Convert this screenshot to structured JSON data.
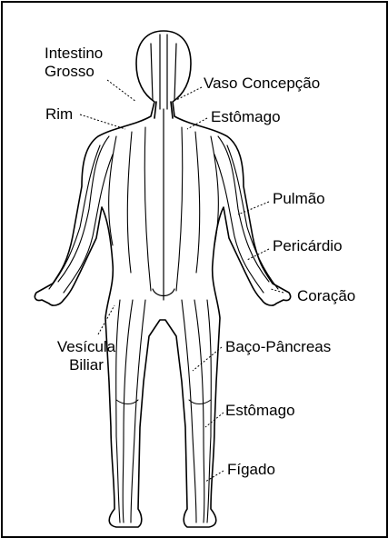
{
  "labels": {
    "intestino_grosso_1": "Intestino",
    "intestino_grosso_2": "Grosso",
    "vaso_concepcao": "Vaso Concepção",
    "rim": "Rim",
    "estomago_upper": "Estômago",
    "pulmao": "Pulmão",
    "pericardio": "Pericárdio",
    "coracao": "Coração",
    "vesicula_biliar_1": "Vesícula",
    "vesicula_biliar_2": "Biliar",
    "baco_pancreas": "Baço-Pâncreas",
    "estomago_lower": "Estômago",
    "figado": "Fígado"
  }
}
